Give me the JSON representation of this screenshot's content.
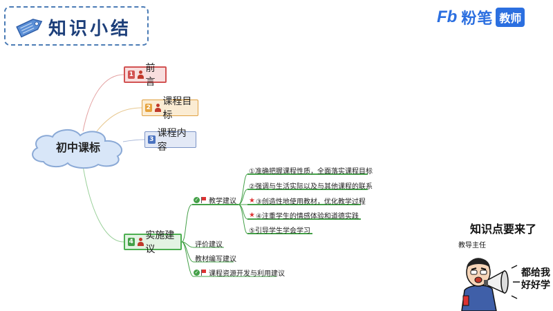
{
  "header": {
    "title": "知识小结"
  },
  "logo": {
    "fb": "Fb",
    "name": "粉笔",
    "badge": "教师"
  },
  "mindmap": {
    "center": "初中课标",
    "branches": [
      {
        "num": "1",
        "label": "前言"
      },
      {
        "num": "2",
        "label": "课程目标"
      },
      {
        "num": "3",
        "label": "课程内容"
      },
      {
        "num": "4",
        "label": "实施建议"
      }
    ],
    "suggestions": [
      {
        "label": "教学建议"
      },
      {
        "label": "评价建议"
      },
      {
        "label": "教材编写建议"
      },
      {
        "label": "课程资源开发与利用建议"
      }
    ],
    "teaching_points": [
      {
        "label": "①准确把握课程性质，全面落实课程目标"
      },
      {
        "label": "②强调与生活实际以及与其他课程的联系"
      },
      {
        "label": "③创造性地使用教材，优化教学过程"
      },
      {
        "label": "④注重学生的情感体验和道德实践"
      },
      {
        "label": "⑤引导学生学会学习"
      }
    ]
  },
  "teacher": {
    "title": "知识点要来了",
    "role": "教导主任",
    "shout": "都给我好好学"
  },
  "colors": {
    "accent": "#2b6fe0",
    "branch1": "#d25252",
    "branch2": "#e6a23c",
    "branch3": "#4b73c0",
    "branch4": "#43a047"
  }
}
